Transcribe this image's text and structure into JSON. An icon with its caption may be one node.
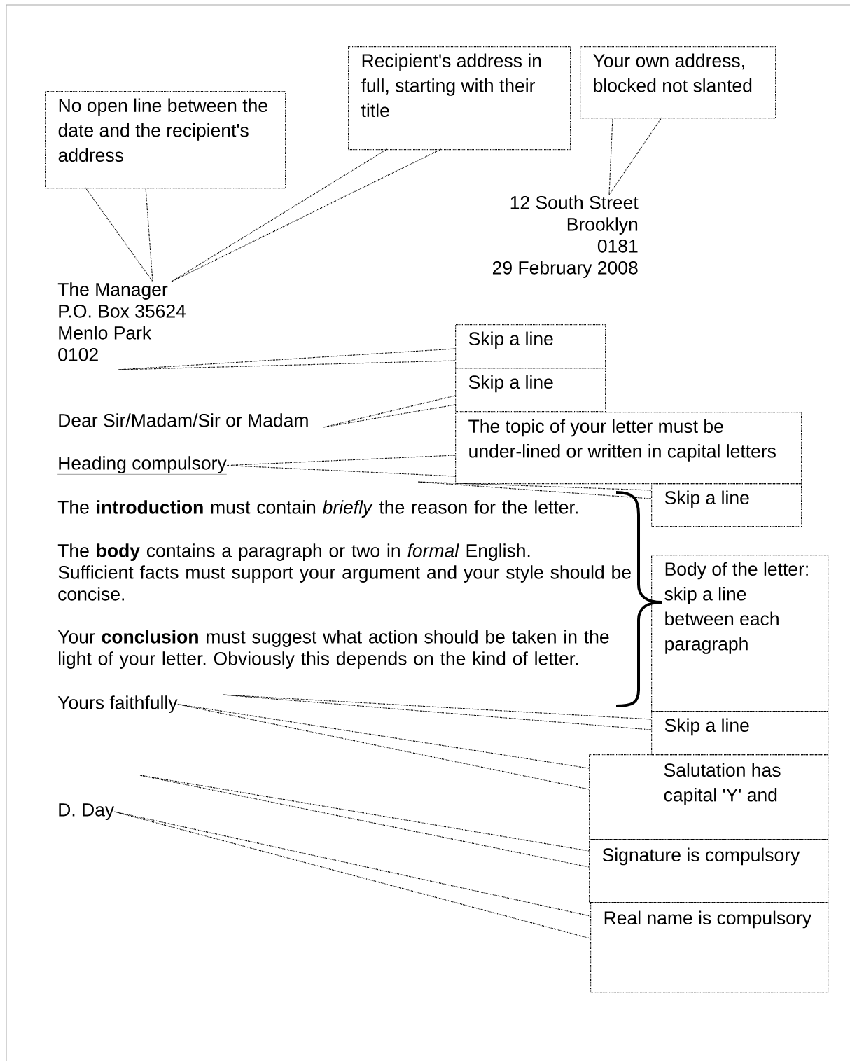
{
  "diagram": {
    "nodes": [
      {
        "text": [
          "No open line between the date and the recipient's address"
        ]
      },
      {
        "text": [
          "Recipient's address in full, starting with their title"
        ]
      },
      {
        "text": [
          "Your own address, blocked not slanted"
        ]
      },
      {
        "text": [
          "12 South Street",
          "Brooklyn",
          "0181",
          "29 February 2008"
        ]
      },
      {
        "text": [
          "The Manager",
          "P.O. Box 35624",
          "Menlo Park",
          "0102"
        ]
      },
      {
        "text": [
          "Skip a line"
        ]
      },
      {
        "text": [
          "Skip a line"
        ]
      },
      {
        "text": [
          "Dear Sir/Madam/Sir or Madam"
        ]
      },
      {
        "text": [
          "The topic of your letter must be under-lined or written in capital letters"
        ]
      },
      {
        "text": [
          "Heading compulsory"
        ]
      },
      {
        "text": [
          "Skip a line"
        ]
      },
      {
        "text": [
          "The **introduction** must contain *briefly* the reason for the letter."
        ]
      },
      {
        "text": [
          "The **body** contains a paragraph or two in *formal* English.",
          "Sufficient facts must support your argument and your style should be concise."
        ]
      },
      {
        "text": [
          "Your **conclusion** must suggest what action should be taken in the light of your letter. Obviously this depends on the kind of letter."
        ]
      },
      {
        "text": [
          "Body of the letter: skip a line between each paragraph"
        ]
      },
      {
        "text": [
          "Skip a line"
        ]
      },
      {
        "text": [
          "Yours faithfully"
        ]
      },
      {
        "text": [
          "Salutation has capital 'Y' and"
        ]
      },
      {
        "text": [
          "Signature is compulsory"
        ]
      },
      {
        "text": [
          "D. Day"
        ]
      },
      {
        "text": [
          "Real name is compulsory"
        ]
      }
    ],
    "edges": [
      {
        "from": 0,
        "to": 4,
        "arrow": "none"
      },
      {
        "from": 1,
        "to": 4,
        "arrow": "none"
      },
      {
        "from": 2,
        "to": 3,
        "arrow": "none"
      },
      {
        "from": 5,
        "to": null,
        "arrow": "none"
      },
      {
        "from": 6,
        "to": null,
        "arrow": "none"
      },
      {
        "from": 8,
        "to": 9,
        "arrow": "none"
      },
      {
        "from": 10,
        "to": null,
        "arrow": "none"
      },
      {
        "from": 15,
        "to": null,
        "arrow": "none"
      },
      {
        "from": 17,
        "to": 16,
        "arrow": "none"
      },
      {
        "from": 18,
        "to": null,
        "arrow": "none"
      },
      {
        "from": 20,
        "to": 19,
        "arrow": "none"
      }
    ]
  }
}
